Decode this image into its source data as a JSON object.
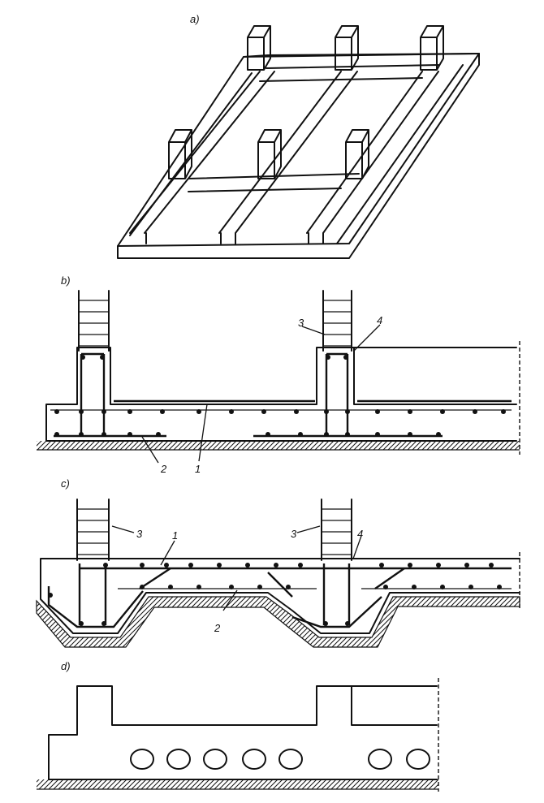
{
  "panels": {
    "a": {
      "label": "a)"
    },
    "b": {
      "label": "b)",
      "callouts": [
        "1",
        "2",
        "3",
        "4"
      ]
    },
    "c": {
      "label": "c)",
      "callouts": [
        "1",
        "2",
        "3",
        "4",
        "3"
      ]
    },
    "d": {
      "label": "d)"
    }
  }
}
